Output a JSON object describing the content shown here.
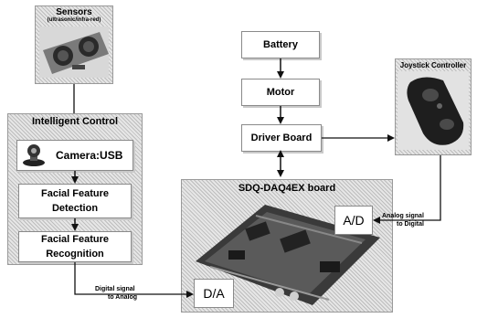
{
  "sensors": {
    "title": "Sensors",
    "subtitle": "(ultrasonic/infra-red)"
  },
  "intelligent_control": {
    "title": "Intelligent Control",
    "camera_label": "Camera:USB",
    "detection_label": "Facial Feature Detection",
    "recognition_label": "Facial Feature Recognition"
  },
  "power_chain": {
    "battery_label": "Battery",
    "motor_label": "Motor",
    "driver_label": "Driver Board"
  },
  "joystick": {
    "title": "Joystick Controller"
  },
  "daq_board": {
    "title": "SDQ-DAQ4EX board",
    "ad_label": "A/D",
    "da_label": "D/A"
  },
  "signals": {
    "analog_to_digital_line1": "Analog signal",
    "analog_to_digital_line2": "to Digital",
    "digital_to_analog_line1": "Digital signal",
    "digital_to_analog_line2": "to Analog"
  }
}
